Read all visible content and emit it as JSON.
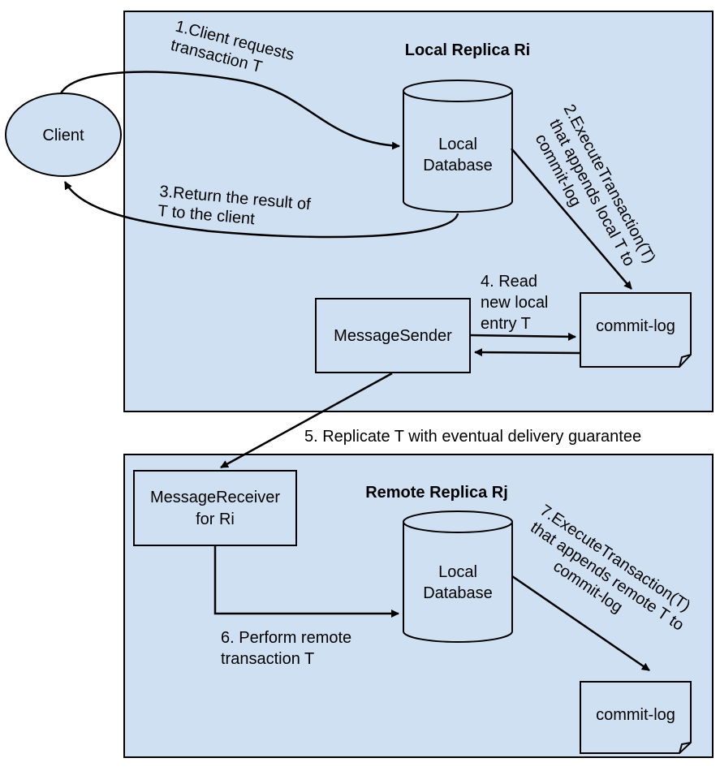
{
  "local_replica": {
    "title": "Local Replica Ri",
    "database": {
      "line1": "Local",
      "line2": "Database"
    },
    "message_sender": "MessageSender",
    "commit_log": "commit-log"
  },
  "client": {
    "label": "Client"
  },
  "remote_replica": {
    "title": "Remote Replica Rj",
    "message_receiver": {
      "line1": "MessageReceiver",
      "line2": "for Ri"
    },
    "database": {
      "line1": "Local",
      "line2": "Database"
    },
    "commit_log": "commit-log"
  },
  "steps": {
    "step1": {
      "line1": "1.Client requests",
      "line2": "transaction T"
    },
    "step2": {
      "line1": "2.ExecuteTransaction(T)",
      "line2": "that appends local T to",
      "line3": "commit-log"
    },
    "step3": {
      "line1": "3.Return the result of",
      "line2": "T to the client"
    },
    "step4": {
      "line1": "4. Read",
      "line2": "new local",
      "line3": "entry T"
    },
    "step5": "5. Replicate T with eventual delivery guarantee",
    "step6": {
      "line1": "6. Perform remote",
      "line2": "transaction  T"
    },
    "step7": {
      "line1": "7.ExecuteTransaction(T)",
      "line2": "that appends remote T to",
      "line3": "commit-log"
    }
  },
  "colors": {
    "replica_fill": "#cfe0f2",
    "stroke": "#000000"
  }
}
